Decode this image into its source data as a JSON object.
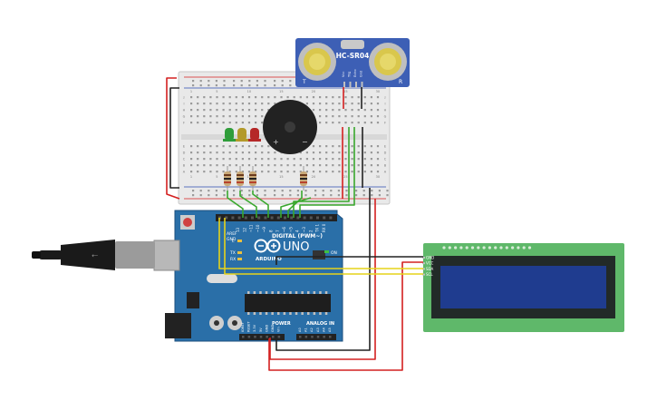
{
  "sensor": {
    "model": "HC-SR04",
    "pin_t": "T",
    "pin_r": "R",
    "pins": [
      "Vcc",
      "Trig",
      "Echo",
      "Gnd"
    ]
  },
  "board": {
    "name": "UNO",
    "brand": "ARDUINO",
    "digital_label": "DIGITAL (PWM~)",
    "power_label": "POWER",
    "analog_label": "ANALOG IN",
    "aref": "AREF",
    "gnd": "GND",
    "led_l": "L",
    "tx": "TX",
    "rx": "RX",
    "on": "ON",
    "digital_pins": [
      "13",
      "12",
      "~11",
      "~10",
      "~9",
      "8",
      "7",
      "~6",
      "~5",
      "4",
      "~3",
      "2",
      "TX 1",
      "RX 0"
    ],
    "power_pins": [
      "IOREF",
      "RESET",
      "3.3V",
      "5V",
      "GND",
      "GND",
      "Vin"
    ],
    "analog_pins": [
      "A0",
      "A1",
      "A2",
      "A3",
      "A4",
      "A5"
    ]
  },
  "lcd": {
    "pins": [
      "GND",
      "VCC",
      "SDA",
      "SCL"
    ]
  },
  "breadboard": {
    "col_numbers": [
      "1",
      "5",
      "10",
      "15",
      "20",
      "25",
      "30"
    ],
    "row_letters_top": [
      "J",
      "I",
      "H",
      "G",
      "F"
    ],
    "row_letters_bottom": [
      "E",
      "D",
      "C",
      "B",
      "A"
    ]
  },
  "buzzer": {
    "plus": "+",
    "minus": "−"
  },
  "colors": {
    "board": "#2a6fa8",
    "board_dark": "#1c4f7e",
    "lcd_pcb": "#5fb86a",
    "lcd_screen": "#1f3c8f",
    "breadboard": "#e9e9e9",
    "wire_red": "#d42020",
    "wire_black": "#222222",
    "wire_green": "#3aa82e",
    "wire_yellow": "#e6d31a",
    "led_green": "#2f9d3a",
    "led_yellow": "#b39a2a",
    "led_red": "#b52828",
    "sensor_pcb": "#3d5fb5"
  }
}
